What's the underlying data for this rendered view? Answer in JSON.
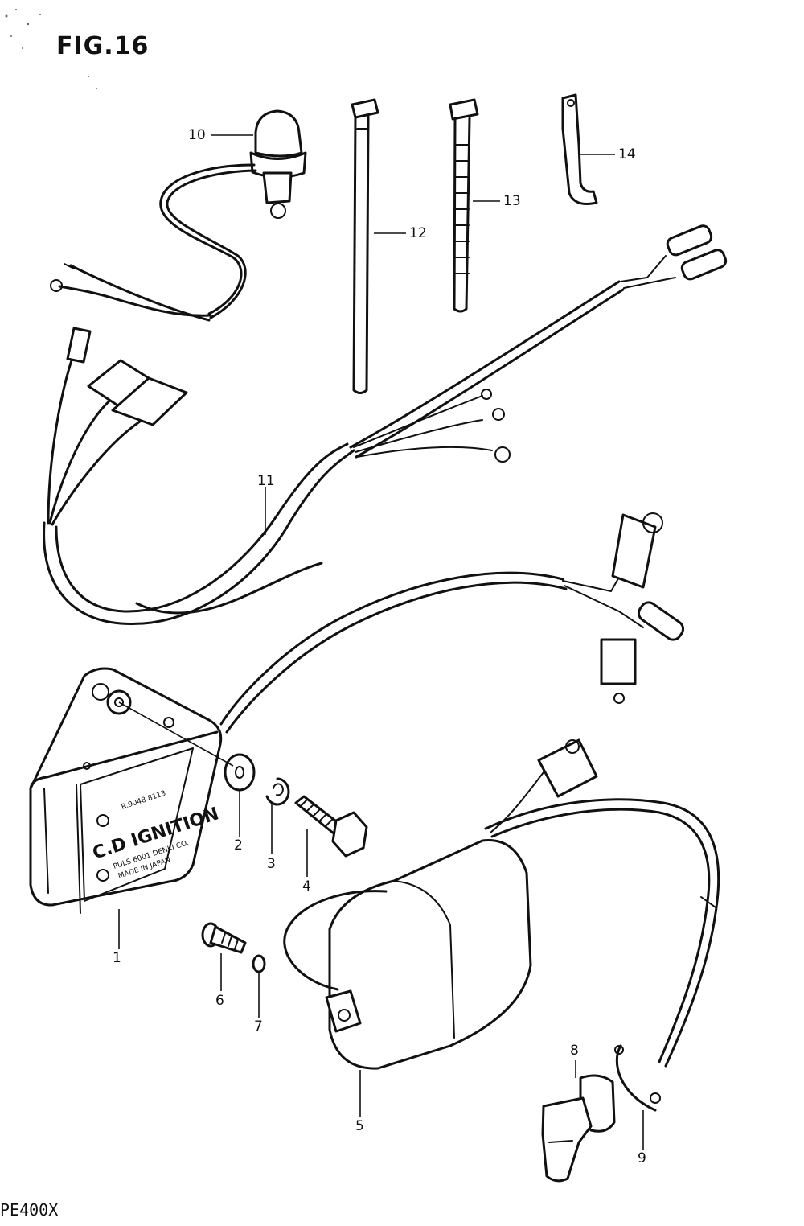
{
  "figure": {
    "title": "FIG.16",
    "model": "PE400X"
  },
  "unit_label": {
    "line1": "C.D IGNITION"
  },
  "callouts": [
    "1",
    "2",
    "3",
    "4",
    "5",
    "6",
    "7",
    "8",
    "9",
    "10",
    "11",
    "12",
    "13",
    "14"
  ]
}
